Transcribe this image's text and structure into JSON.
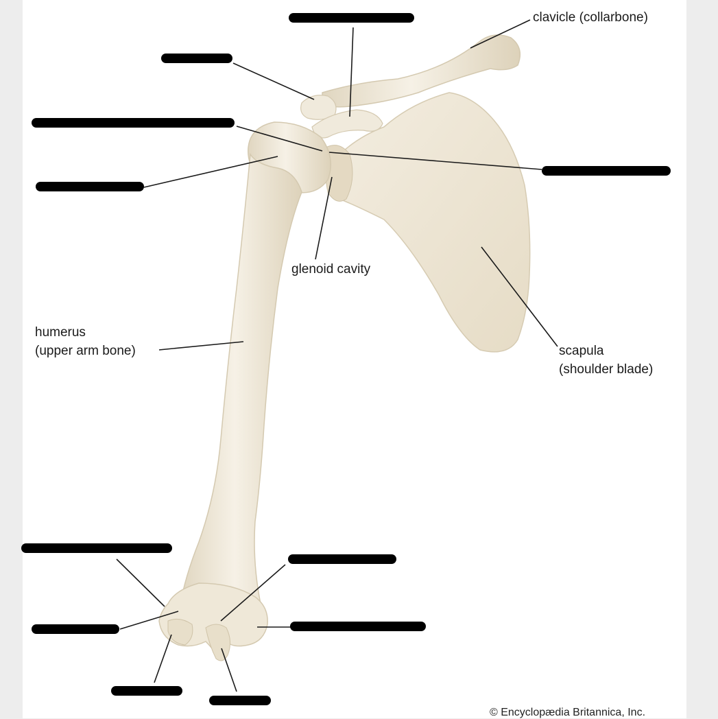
{
  "labels": {
    "clavicle": "clavicle (collarbone)",
    "glenoid": "glenoid cavity",
    "humerus_1": "humerus",
    "humerus_2": "(upper arm bone)",
    "scapula_1": "scapula",
    "scapula_2": "(shoulder blade)"
  },
  "credit": "© Encyclopædia Britannica, Inc.",
  "colors": {
    "bone": "#efe8d8",
    "bone_shadow": "#d9cfb8",
    "line": "#1a1a1a",
    "redaction": "#000000"
  }
}
